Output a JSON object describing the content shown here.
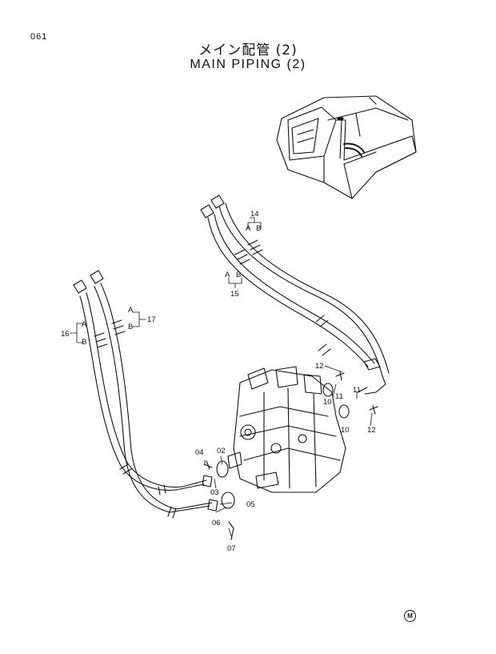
{
  "page_number": "061",
  "title_jp": "メイン配管 (2)",
  "title_en": "MAIN PIPING (2)",
  "callouts": {
    "c14": "14",
    "c15": "15",
    "c16": "16",
    "c17": "17",
    "c12a": "12",
    "c12b": "12",
    "c11a": "11",
    "c11b": "11",
    "c10a": "10",
    "c10b": "10",
    "c02": "02",
    "c03": "03",
    "c04": "04",
    "c05": "05",
    "c06": "06",
    "c07": "07"
  },
  "port_labels": {
    "a14": "A",
    "b14": "B",
    "a15": "A",
    "b15": "B",
    "a16": "A",
    "b16": "B",
    "a17": "A",
    "b17": "B"
  },
  "manufacturer_mark": "M"
}
